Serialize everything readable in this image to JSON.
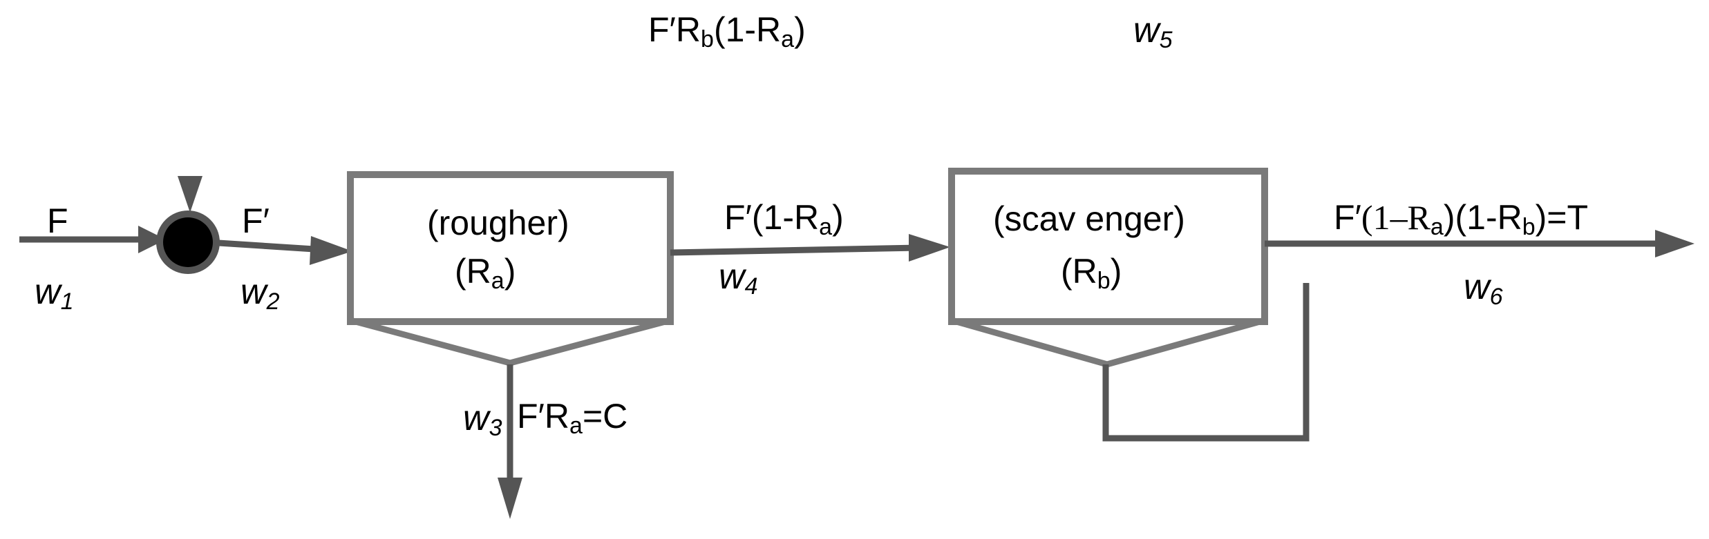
{
  "labels": {
    "feed": "F",
    "w1_base": "w",
    "w1_sub": "1",
    "mixed_feed": "F′",
    "w2_base": "w",
    "w2_sub": "2",
    "rougher_name": "(rougher)",
    "rougher_rec_open": "(R",
    "rougher_rec_sub": "a",
    "rougher_rec_close": ")",
    "w3_base": "w",
    "w3_sub": "3",
    "conc_pre": "F′R",
    "conc_sub": "a",
    "conc_post": "=C",
    "mid_pre": "F′(1-R",
    "mid_sub": "a",
    "mid_post": ")",
    "w4_base": "w",
    "w4_sub": "4",
    "scav_name": "(scav enger)",
    "scav_rec_open": "(R",
    "scav_rec_sub": "b",
    "scav_rec_close": ")",
    "recycle_pre": "F′R",
    "recycle_sub_b": "b",
    "recycle_mid": "(1-R",
    "recycle_sub_a": "a",
    "recycle_post": ")",
    "w5_base": "w",
    "w5_sub": "5",
    "tail_f": "F′",
    "tail_p1": "(1–R",
    "tail_sub_a": "a",
    "tail_p2": ")(1-R",
    "tail_sub_b": "b",
    "tail_post": ")=T",
    "w6_base": "w",
    "w6_sub": "6"
  },
  "colors": {
    "stream": "#555555",
    "unit_outline": "#7a7a7a",
    "mixer_fill": "#000000",
    "mixer_rim": "#555555"
  }
}
